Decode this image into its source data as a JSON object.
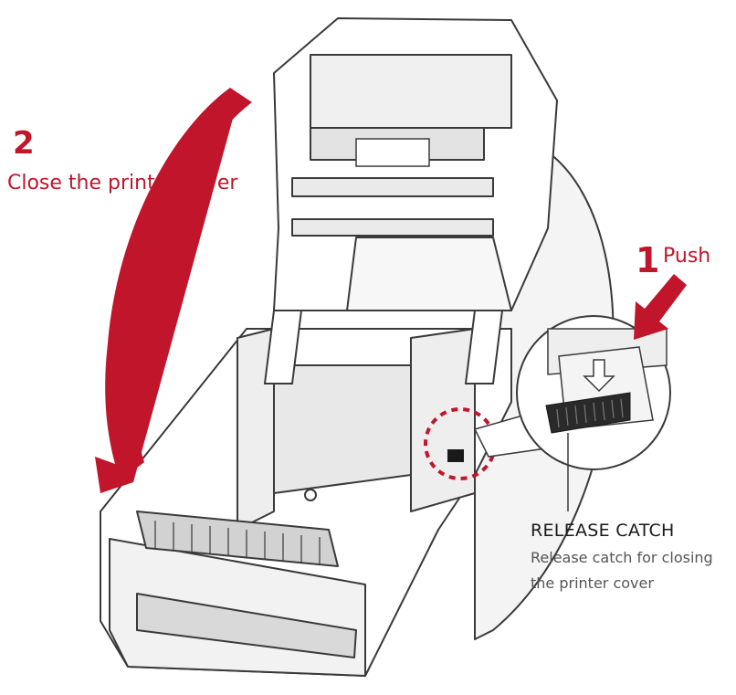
{
  "step2": {
    "number": "2",
    "text": "Close the printer cover"
  },
  "step1": {
    "number": "1",
    "text": "Push"
  },
  "callout": {
    "title": "RELEASE CATCH",
    "description_line1": "Release catch for closing",
    "description_line2": "the printer cover"
  },
  "colors": {
    "accent": "#c0152a",
    "outline": "#3a3a3a",
    "body_fill": "#ffffff",
    "shade": "#e6e6e6"
  },
  "icons": {
    "close_arrow": "curved-arrow-icon",
    "push_arrow": "diagonal-arrow-icon",
    "release_catch_circle": "dashed-circle-icon",
    "release_catch_arrow": "down-arrow-icon"
  }
}
